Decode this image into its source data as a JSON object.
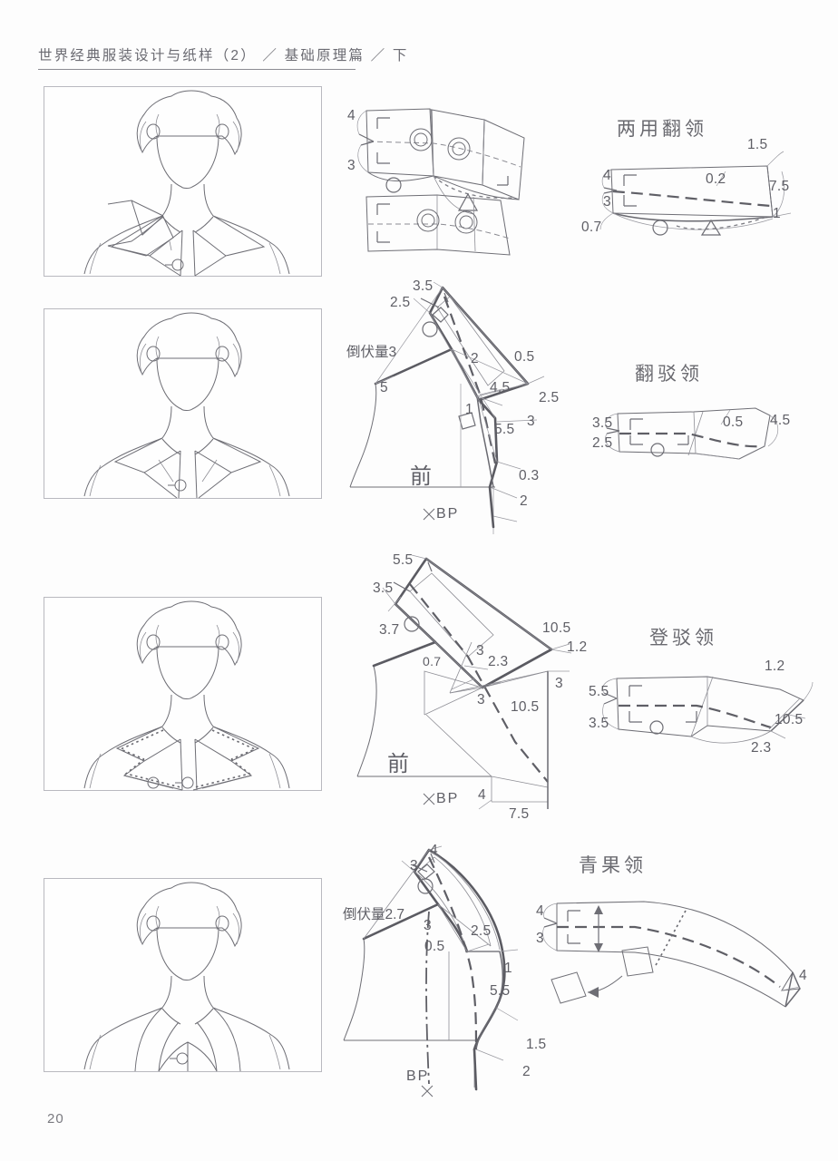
{
  "header": {
    "title": "世界经典服装设计与纸样（2） ／ 基础原理篇 ／ 下"
  },
  "page_number": "20",
  "sections": [
    {
      "id": "convertible-collar",
      "title": "两用翻领",
      "illustration_caption": "convertible-collar-figure",
      "draft_labels": [
        "4",
        "3"
      ],
      "pattern_labels": [
        "1.5",
        "4",
        "0.2",
        "3",
        "7.5",
        "0.7",
        "1"
      ]
    },
    {
      "id": "notched-lapel-collar",
      "title": "翻驳领",
      "illustration_caption": "notched-lapel-figure",
      "front_label": "前",
      "bp_label": "BP",
      "fall_label": "倒伏量3",
      "draft_labels": [
        "3.5",
        "2.5",
        "5",
        "2",
        "0.5",
        "4.5",
        "2.5",
        "1",
        "5.5",
        "3",
        "0.3",
        "2"
      ],
      "pattern_labels": [
        "3.5",
        "2.5",
        "0.5",
        "4.5"
      ]
    },
    {
      "id": "peaked-lapel-collar",
      "title": "登驳领",
      "illustration_caption": "peaked-lapel-figure",
      "front_label": "前",
      "bp_label": "BP",
      "draft_labels": [
        "5.5",
        "3.5",
        "3.7",
        "0.7",
        "3",
        "2.3",
        "10.5",
        "1.2",
        "3",
        "3",
        "10.5",
        "4",
        "7.5"
      ],
      "pattern_labels": [
        "1.2",
        "5.5",
        "3.5",
        "10.5",
        "2.3"
      ]
    },
    {
      "id": "shawl-collar",
      "title": "青果领",
      "illustration_caption": "shawl-collar-figure",
      "bp_label": "BP",
      "fall_label": "倒伏量2.7",
      "draft_labels": [
        "4",
        "3",
        "3",
        "2.5",
        "0.5",
        "1",
        "5.5",
        "1.5",
        "2"
      ],
      "pattern_labels": [
        "4",
        "3",
        "4"
      ]
    }
  ],
  "colors": {
    "background": "#fdfdfd",
    "ink": "#6e6e75",
    "ink_dark": "#5b5b62",
    "text": "#5f5f66",
    "frame": "#b9b9bf"
  }
}
